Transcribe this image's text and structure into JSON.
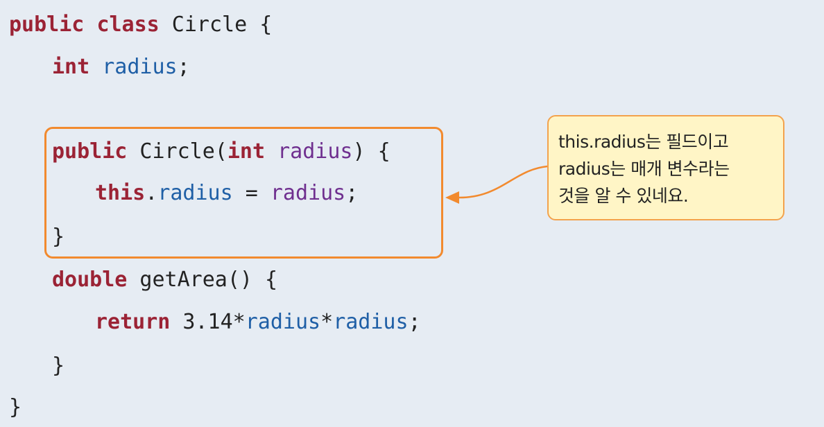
{
  "code_lines": [
    {
      "tokens": [
        {
          "t": "kw",
          "text": "public"
        },
        {
          "t": "pln",
          "text": " "
        },
        {
          "t": "kw",
          "text": "class"
        },
        {
          "t": "pln",
          "text": " Circle {"
        }
      ]
    },
    {
      "tokens": [
        {
          "t": "kw",
          "text": "int"
        },
        {
          "t": "pln",
          "text": " "
        },
        {
          "t": "fld",
          "text": "radius"
        },
        {
          "t": "pln",
          "text": ";"
        }
      ]
    },
    {
      "tokens": [
        {
          "t": "kw",
          "text": "public"
        },
        {
          "t": "pln",
          "text": " Circle("
        },
        {
          "t": "kw",
          "text": "int"
        },
        {
          "t": "pln",
          "text": " "
        },
        {
          "t": "par",
          "text": "radius"
        },
        {
          "t": "pln",
          "text": ") {"
        }
      ]
    },
    {
      "tokens": [
        {
          "t": "kw",
          "text": "this"
        },
        {
          "t": "pln",
          "text": "."
        },
        {
          "t": "fld",
          "text": "radius"
        },
        {
          "t": "pln",
          "text": " = "
        },
        {
          "t": "par",
          "text": "radius"
        },
        {
          "t": "pln",
          "text": ";"
        }
      ]
    },
    {
      "tokens": [
        {
          "t": "pln",
          "text": "}"
        }
      ]
    },
    {
      "tokens": [
        {
          "t": "kw",
          "text": "double"
        },
        {
          "t": "pln",
          "text": " getArea() {"
        }
      ]
    },
    {
      "tokens": [
        {
          "t": "kw",
          "text": "return"
        },
        {
          "t": "pln",
          "text": " 3.14*"
        },
        {
          "t": "fld",
          "text": "radius"
        },
        {
          "t": "pln",
          "text": "*"
        },
        {
          "t": "fld",
          "text": "radius"
        },
        {
          "t": "pln",
          "text": ";"
        }
      ]
    },
    {
      "tokens": [
        {
          "t": "pln",
          "text": "}"
        }
      ]
    },
    {
      "tokens": [
        {
          "t": "pln",
          "text": "}"
        }
      ]
    }
  ],
  "callout": {
    "lines": [
      "this.radius는 필드이고",
      "radius는 매개 변수라는",
      "것을 알 수 있네요."
    ]
  },
  "colors": {
    "keyword": "#9b2335",
    "field": "#1f5fa6",
    "parameter": "#6f2f8f",
    "plain": "#222222",
    "highlight_border": "#f28a2e",
    "callout_bg": "#fff5c6",
    "callout_border": "#f3a24c",
    "background": "#e6ecf3"
  }
}
